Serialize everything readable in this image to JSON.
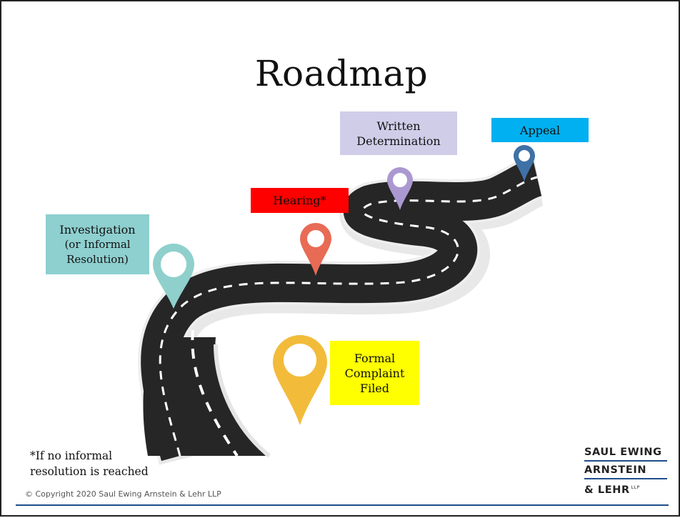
{
  "slide": {
    "title": "Roadmap",
    "stages": {
      "investigation": {
        "line1": "Investigation",
        "line2": "(or Informal",
        "line3": "Resolution)",
        "color": "#8ecfcf",
        "pin_color": "#8fd0cc"
      },
      "hearing": {
        "text": "Hearing*",
        "color": "#ff0000",
        "pin_color": "#e86b55"
      },
      "written": {
        "line1": "Written",
        "line2": "Determination",
        "color": "#cfcde8",
        "pin_color": "#ab98d1"
      },
      "appeal": {
        "text": "Appeal",
        "color": "#00b0f0",
        "pin_color": "#3f71a6"
      },
      "formal": {
        "line1": "Formal",
        "line2": "Complaint",
        "line3": "Filed",
        "color": "#ffff00",
        "pin_color": "#f2bb3a"
      }
    },
    "footnote": {
      "line1": "*If no informal",
      "line2": "resolution is reached"
    },
    "copyright": "© Copyright 2020 Saul Ewing Arnstein & Lehr LLP",
    "logo": {
      "line1": "SAUL EWING",
      "line2": "ARNSTEIN",
      "line3": "& LEHR",
      "llp": "LLP"
    },
    "colors": {
      "road": "#262626",
      "road_edge": "#e5e5e5",
      "lane_marking": "#ffffff",
      "rule": "#1f4e8c"
    }
  }
}
